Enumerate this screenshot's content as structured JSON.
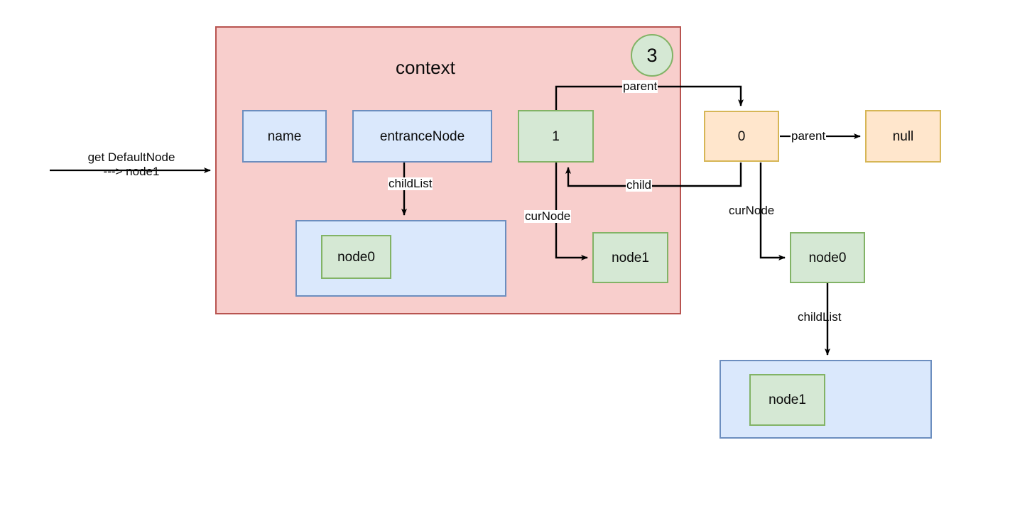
{
  "diagram": {
    "title": "context",
    "step_badge": "3",
    "input_flow": {
      "line1": "get DefaultNode",
      "line2": "---> node1"
    },
    "colors": {
      "context_fill": "#f8cecc",
      "context_stroke": "#b85450",
      "blue_fill": "#dae8fc",
      "blue_stroke": "#6c8ebf",
      "green_fill": "#d5e8d4",
      "green_stroke": "#82b366",
      "yellow_fill": "#ffe6cc",
      "yellow_stroke": "#d6b656",
      "edge_stroke": "#000000"
    },
    "context_fields": {
      "name": "name",
      "entranceNode": "entranceNode",
      "childlist_item": "node0",
      "level_node": "1",
      "curnode_target": "node1"
    },
    "right_tree": {
      "root": "0",
      "parent_of_root": "null",
      "curnode_target": "node0",
      "childlist_item": "node1"
    },
    "edge_labels": {
      "childList_context": "childList",
      "parent": "parent",
      "child": "child",
      "curNode_context": "curNode",
      "parent_null": "parent",
      "curNode_right": "curNode",
      "childList_right": "childList"
    }
  }
}
